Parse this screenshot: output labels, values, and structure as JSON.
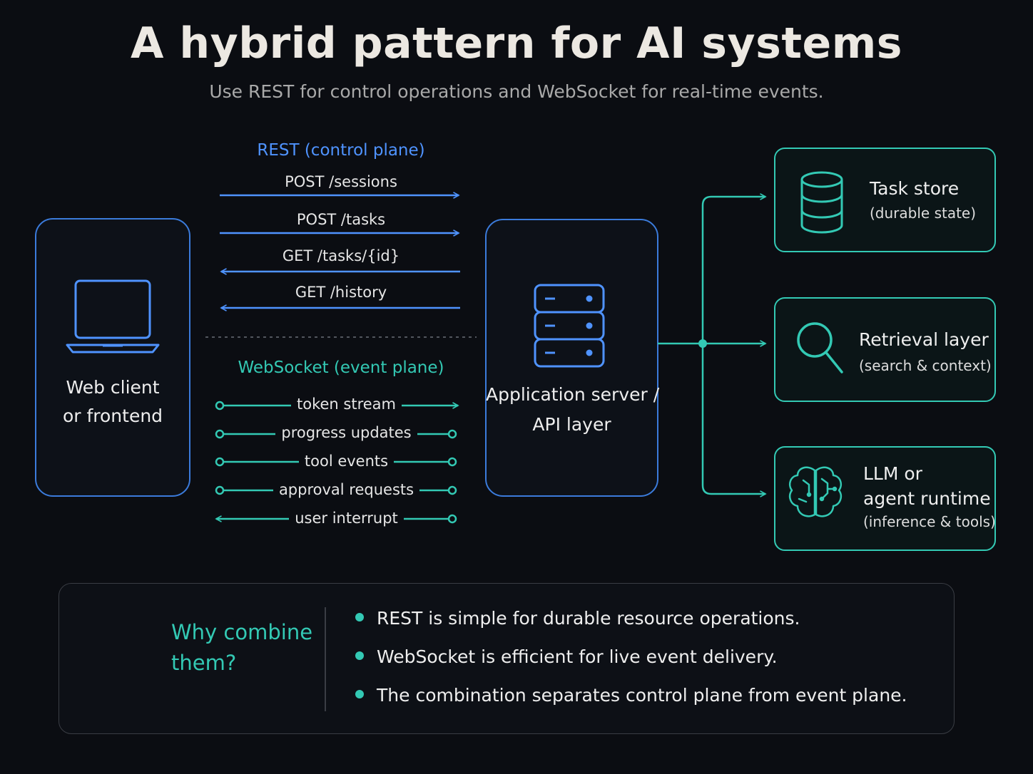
{
  "title": "A hybrid pattern for AI systems",
  "subtitle": "Use REST for control operations and WebSocket for real-time events.",
  "colors": {
    "rest": "#4f93ff",
    "websocket": "#33c9b4",
    "background": "#0b0d12"
  },
  "client": {
    "line1": "Web client",
    "line2": "or frontend",
    "icon": "laptop-icon"
  },
  "server": {
    "line1": "Application server /",
    "line2": "API layer",
    "icon": "server-icon"
  },
  "rest": {
    "heading": "REST (control plane)",
    "calls": [
      {
        "label": "POST  /sessions",
        "direction": "to-server"
      },
      {
        "label": "POST  /tasks",
        "direction": "to-server"
      },
      {
        "label": "GET  /tasks/{id}",
        "direction": "to-client"
      },
      {
        "label": "GET  /history",
        "direction": "to-client"
      }
    ]
  },
  "websocket": {
    "heading": "WebSocket (event plane)",
    "events": [
      {
        "label": "token stream",
        "direction": "to-server"
      },
      {
        "label": "progress updates",
        "direction": "both"
      },
      {
        "label": "tool events",
        "direction": "both"
      },
      {
        "label": "approval requests",
        "direction": "both"
      },
      {
        "label": "user interrupt",
        "direction": "to-client"
      }
    ]
  },
  "resources": [
    {
      "title": "Task store",
      "sub": "(durable state)",
      "icon": "database-icon"
    },
    {
      "title": "Retrieval layer",
      "sub": "(search & context)",
      "icon": "search-icon"
    },
    {
      "title": "LLM or",
      "title2": "agent runtime",
      "sub": "(inference & tools)",
      "icon": "brain-icon"
    }
  ],
  "why": {
    "title_line1": "Why combine",
    "title_line2": "them?",
    "icon": "lightbulb-icon",
    "bullets": [
      "REST is simple for durable resource operations.",
      "WebSocket is efficient for live event delivery.",
      "The combination separates control plane from event plane."
    ]
  }
}
